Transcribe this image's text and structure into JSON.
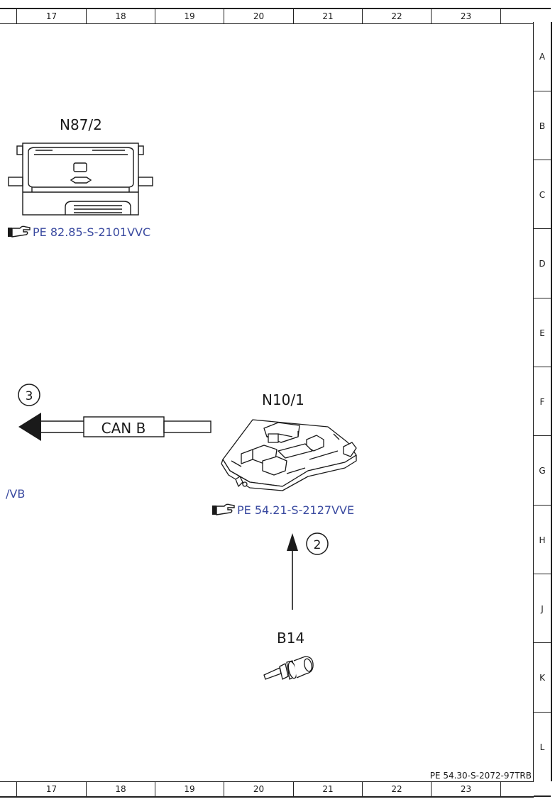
{
  "columns": [
    "17",
    "18",
    "19",
    "20",
    "21",
    "22",
    "23"
  ],
  "rows": [
    "A",
    "B",
    "C",
    "D",
    "E",
    "F",
    "G",
    "H",
    "J",
    "K",
    "L"
  ],
  "components": {
    "n87_2": {
      "label": "N87/2",
      "reference": "PE 82.85-S-2101VVC"
    },
    "n10_1": {
      "label": "N10/1",
      "reference": "PE 54.21-S-2127VVE"
    },
    "b14": {
      "label": "B14"
    }
  },
  "connections": {
    "can_b": {
      "label": "CAN B",
      "marker": "3"
    },
    "b14_to_n10": {
      "marker": "2"
    }
  },
  "partial_reference": "/VB",
  "document_reference": "PE 54.30-S-2072-97TRB",
  "colors": {
    "link": "#3a4aa0",
    "line": "#1a1a1a"
  }
}
